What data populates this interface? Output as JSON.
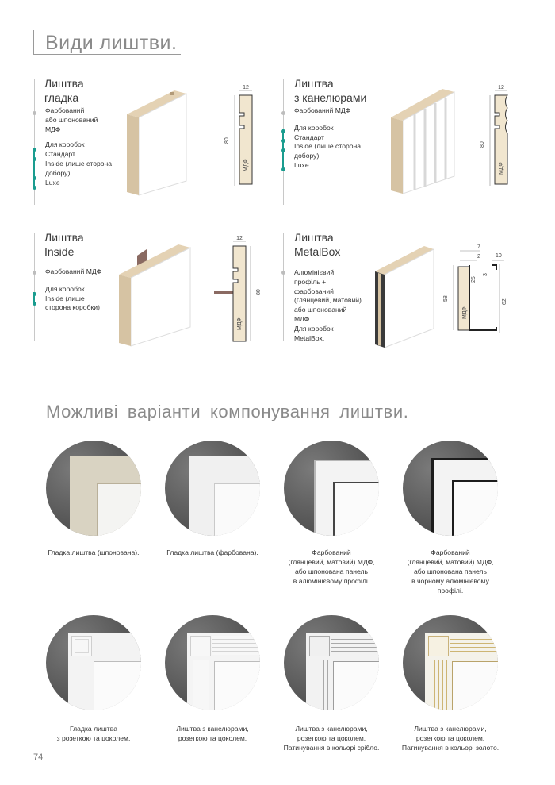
{
  "page": {
    "title": "Види лиштви.",
    "subtitle": "Можливі  варіанти  компонування лиштви.",
    "page_number": "74"
  },
  "products": [
    {
      "title_line1": "Лиштва",
      "title_line2": "гладка",
      "desc_lines": [
        "Фарбований",
        "або шпонований",
        "МДФ",
        "",
        "Для коробок",
        "Стандарт",
        "Inside (лише сторона",
        "добору)",
        "Luxe"
      ],
      "dim_width": "12",
      "dim_height": "80",
      "material": "МДФ"
    },
    {
      "title_line1": "Лиштва",
      "title_line2": "з канелюрами",
      "desc_lines": [
        "Фарбований МДФ",
        "",
        "Для коробок",
        "Стандарт",
        "Inside (лише сторона",
        "добору)",
        "Luxe"
      ],
      "dim_width": "12",
      "dim_height": "80",
      "material": "МДФ"
    },
    {
      "title_line1": "Лиштва",
      "title_line2": "Inside",
      "desc_lines": [
        "Фарбований МДФ",
        "",
        "Для коробок",
        "Inside (лише",
        "сторона коробки)"
      ],
      "dim_width": "12",
      "dim_height": "80",
      "material": "МДФ"
    },
    {
      "title_line1": "Лиштва",
      "title_line2": "MetalBox",
      "desc_lines": [
        "Алюмінієвий",
        "профіль +",
        "фарбований",
        "(глянцевий, матовий)",
        "або шпонований",
        "МДФ.",
        "Для коробок",
        "MetalBox."
      ],
      "dim_7": "7",
      "dim_2": "2",
      "dim_25": "25",
      "dim_10": "10",
      "dim_3": "3",
      "dim_58": "58",
      "dim_62": "62",
      "material": "МДФ"
    }
  ],
  "variants": [
    {
      "caption": [
        "Гладка лиштва (шпонована)."
      ],
      "frame": "#d8d2c0",
      "panel": "#f4f4f2",
      "style": "veneer"
    },
    {
      "caption": [
        "Гладка лиштва (фарбована)."
      ],
      "frame": "#f2f2f2",
      "panel": "#fafafa",
      "style": "plain"
    },
    {
      "caption": [
        "Фарбований",
        "(глянцевий, матовий) МДФ,",
        "або шпонована панель",
        "в алюмінієвому профілі."
      ],
      "frame": "#f4f4f4",
      "panel": "#fbfbfb",
      "style": "alu"
    },
    {
      "caption": [
        "Фарбований",
        "(глянцевий, матовий) МДФ,",
        "або шпонована панель",
        "в  чорному алюмінієвому",
        "профілі."
      ],
      "frame": "#f4f4f4",
      "panel": "#fbfbfb",
      "style": "black"
    },
    {
      "caption": [
        "Гладка лиштва",
        "з розеткою та цоколем."
      ],
      "frame": "#f4f4f4",
      "panel": "#fbfbfb",
      "style": "rosette"
    },
    {
      "caption": [
        "Лиштва з канелюрами,",
        "розеткою та цоколем."
      ],
      "frame": "#f4f4f4",
      "panel": "#fbfbfb",
      "style": "fluted"
    },
    {
      "caption": [
        "Лиштва з канелюрами,",
        "розеткою та цоколем.",
        "Патинування в кольорі срібло."
      ],
      "frame": "#f2f2f2",
      "panel": "#fbfbfb",
      "style": "silver"
    },
    {
      "caption": [
        "Лиштва з канелюрами,",
        "розеткою та цоколем.",
        "Патинування в кольорі золото."
      ],
      "frame": "#f4f2ea",
      "panel": "#fbfbfb",
      "style": "gold"
    }
  ],
  "colors": {
    "accent": "#1a9c8f",
    "circle_bg": "#5c5c5c"
  }
}
